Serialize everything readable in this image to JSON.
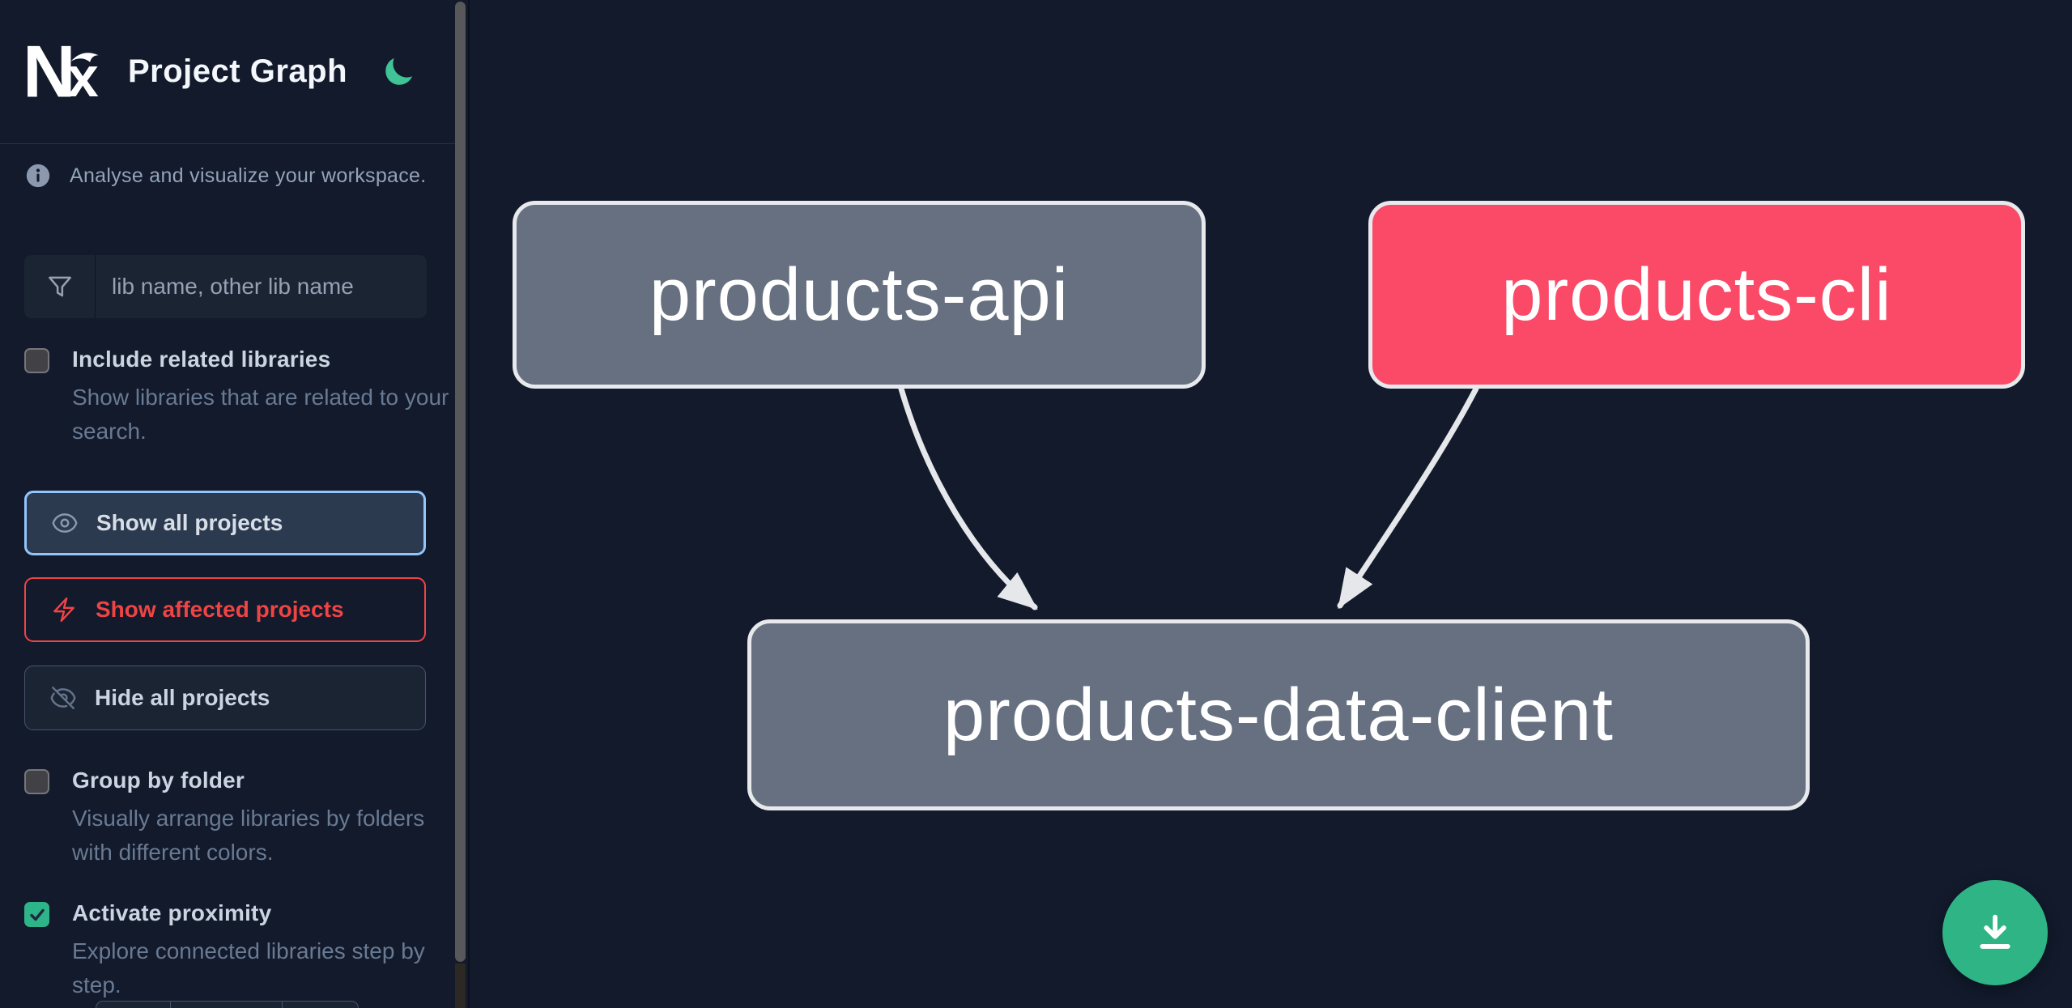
{
  "app": {
    "logo_text": "Nx",
    "title": "Project Graph",
    "theme_icon": "moon-icon"
  },
  "sidebar": {
    "tagline": "Analyse and visualize your workspace.",
    "tagline_icon": "info-circle-icon",
    "search_placeholder": "lib name, other lib name",
    "search_icon": "funnel-icon",
    "include_related": {
      "label": "Include related libraries",
      "description": "Show libraries that are related to your search.",
      "checked": false
    },
    "actions": [
      {
        "label": "Show all projects",
        "icon": "eye-icon",
        "state": "focused"
      },
      {
        "label": "Show affected projects",
        "icon": "bolt-icon",
        "state": "affected"
      },
      {
        "label": "Hide all projects",
        "icon": "eye-slash-icon",
        "state": "default"
      }
    ],
    "group_by_folder": {
      "label": "Group by folder",
      "description": "Visually arrange libraries by folders with different colors.",
      "checked": false
    },
    "activate_proximity": {
      "label": "Activate proximity",
      "description": "Explore connected libraries step by step.",
      "checked": true
    }
  },
  "graph": {
    "nodes": [
      {
        "name": "products-api",
        "status": "default"
      },
      {
        "name": "products-cli",
        "status": "affected"
      },
      {
        "name": "products-data-client",
        "status": "default"
      }
    ],
    "edges": [
      {
        "source": "products-api",
        "target": "products-data-client"
      },
      {
        "source": "products-cli",
        "target": "products-data-client"
      }
    ]
  },
  "fab": {
    "icon": "download-icon"
  },
  "colors": {
    "background": "#121a2c",
    "node_default": "#667080",
    "node_affected": "#fb4a67",
    "node_border": "#e7e9ec",
    "edge": "#e5e7ea",
    "accent_blue": "#93c5fd",
    "accent_red": "#ef4444",
    "accent_green": "#2fb486",
    "moon_green": "#3fc397",
    "checkbox_checked": "#2eb489"
  }
}
